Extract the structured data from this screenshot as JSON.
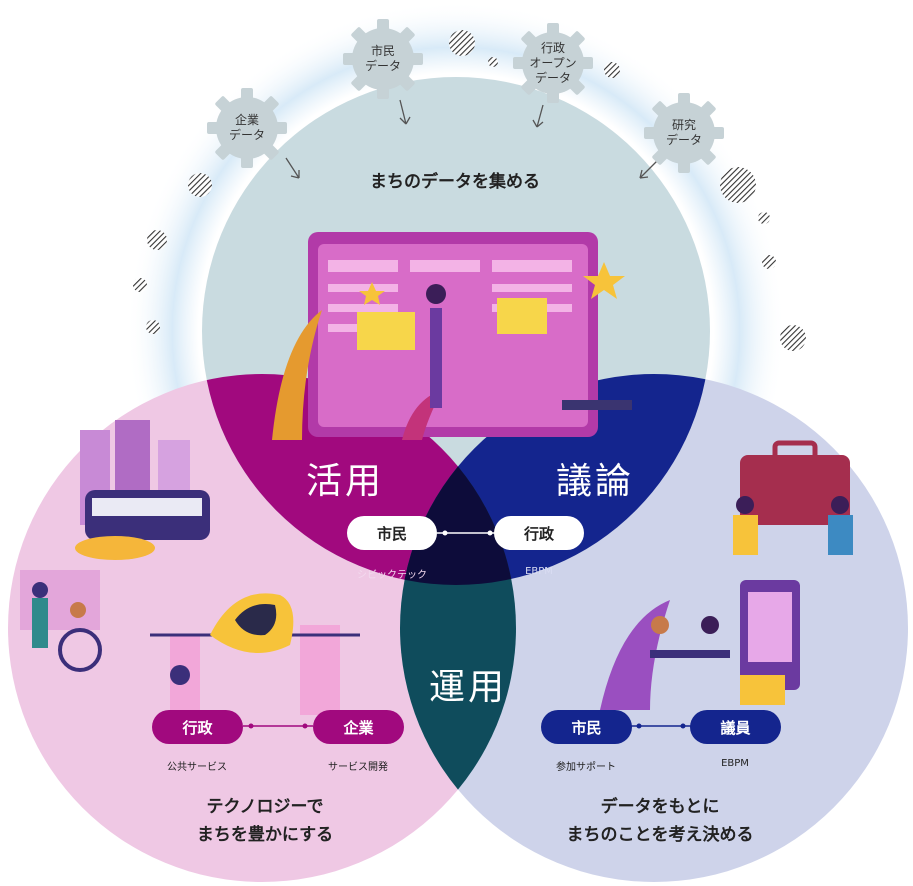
{
  "sources": [
    {
      "label": "企業\nデータ"
    },
    {
      "label": "市民\nデータ"
    },
    {
      "label": "行政\nオープン\nデータ"
    },
    {
      "label": "研究\nデータ"
    }
  ],
  "top_circle": {
    "title": "まちのデータを集める",
    "color": "#c9dbe0"
  },
  "left_circle": {
    "title": "テクノロジーで\nまちを豊かにする",
    "color": "#efc8e4",
    "pill_a": "行政",
    "pill_b": "企業",
    "caption_a": "公共サービス",
    "caption_b": "サービス開発"
  },
  "right_circle": {
    "title": "データをもとに\nまちのことを考え決める",
    "color": "#ced3ea",
    "pill_a": "市民",
    "pill_b": "議員",
    "caption_a": "参加サポート",
    "caption_b": "EBPM"
  },
  "overlaps": {
    "katsuyo": "活用",
    "giron": "議論",
    "unyo": "運用",
    "katsuyo_color": "#a1097e",
    "giron_color": "#14258e",
    "unyo_color": "#0f4c5c",
    "center_color": "#0d0c3a"
  },
  "center": {
    "pill_a": "市民",
    "pill_b": "行政",
    "caption_a": "シビックテック",
    "caption_b": "EBPM"
  }
}
